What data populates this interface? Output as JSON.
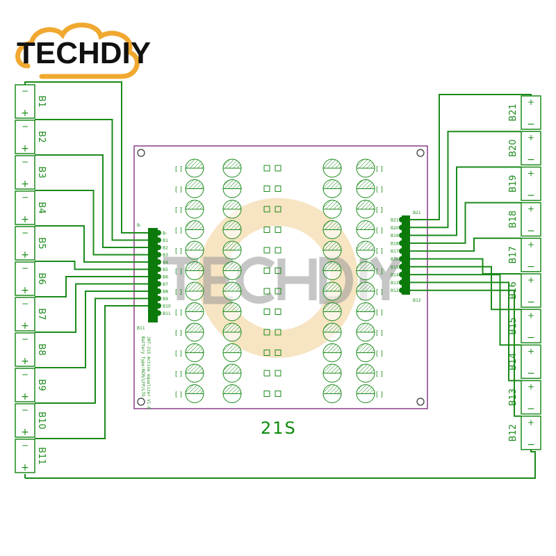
{
  "logo": {
    "text": "TECHDIY",
    "accent": "#f0a830"
  },
  "watermark": {
    "text": "TECHDIY"
  },
  "colors": {
    "wire": "#1a8a1a",
    "connector": "#0b7a0b",
    "board_border": "#8a3a8a",
    "battery": "#1a8a1a"
  },
  "left_batteries": [
    "B1",
    "B2",
    "B3",
    "B4",
    "B5",
    "B6",
    "B7",
    "B8",
    "B9",
    "B10",
    "B11"
  ],
  "right_batteries": [
    "B21",
    "B20",
    "B19",
    "B18",
    "B17",
    "B16",
    "B15",
    "B14",
    "B13",
    "B12"
  ],
  "terminal_minus": "−",
  "terminal_plus": "+",
  "board": {
    "left_pins": [
      "B-",
      "B1",
      "B2",
      "B3",
      "B4",
      "B5",
      "B6",
      "B7",
      "B8",
      "B9",
      "B10",
      "B11"
    ],
    "left_bottom_label": "B11",
    "left_top_label": "B-",
    "right_pins": [
      "B21",
      "B20",
      "B19",
      "B18",
      "B17",
      "B16",
      "B15",
      "B14",
      "B13",
      "B12"
    ],
    "right_top_label": "B21",
    "right_bottom_label": "B12",
    "text_lines": [
      "JH7-21S Active equalizer V1.0",
      "Battery Type:NCM/LFP/LTO"
    ]
  },
  "cell_count_label": "21S"
}
